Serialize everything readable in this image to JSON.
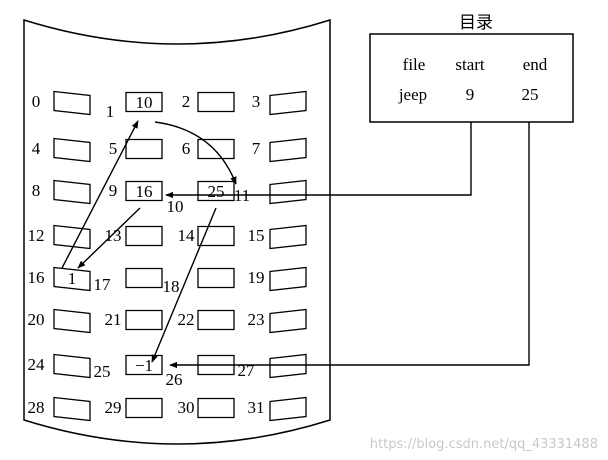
{
  "directory": {
    "title": "目录",
    "headers": [
      "file",
      "start",
      "end"
    ],
    "row": [
      "jeep",
      "9",
      "25"
    ]
  },
  "disk": {
    "block_numbers": [
      "0",
      "1",
      "2",
      "3",
      "4",
      "5",
      "6",
      "7",
      "8",
      "9",
      "10",
      "11",
      "12",
      "13",
      "14",
      "15",
      "16",
      "17",
      "18",
      "19",
      "20",
      "21",
      "22",
      "23",
      "24",
      "25",
      "26",
      "27",
      "28",
      "29",
      "30",
      "31"
    ],
    "block_contents": {
      "1": "10",
      "9": "16",
      "10": "25",
      "16": "1",
      "25": "−1"
    }
  },
  "watermark": "https://blog.csdn.net/qq_43331488"
}
